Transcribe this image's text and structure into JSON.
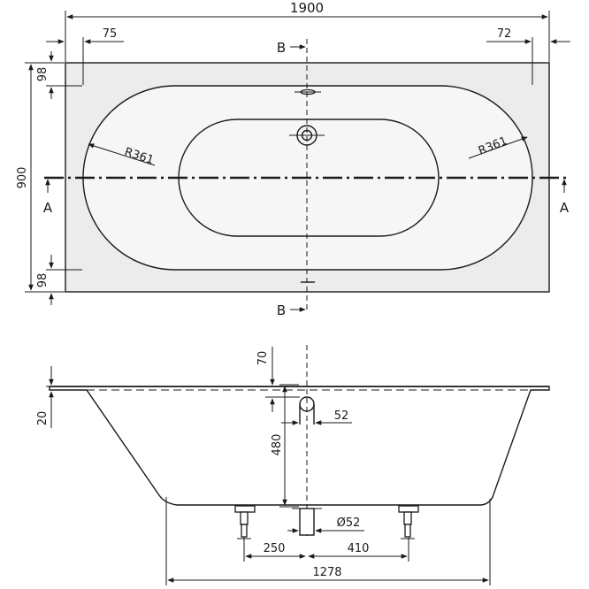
{
  "plan_view": {
    "dimensions": {
      "overall_length": "1900",
      "overall_width": "900",
      "left_rim": "75",
      "right_rim": "72",
      "top_rim": "98",
      "bottom_rim": "98",
      "radius_left": "R361",
      "radius_right": "R361"
    },
    "section_markers": {
      "section_a_left": "A",
      "section_a_right": "A",
      "section_b_top": "B",
      "section_b_bottom": "B"
    }
  },
  "section_view": {
    "dimensions": {
      "rim_thickness": "20",
      "overflow_offset": "70",
      "overflow_diameter_offset": "52",
      "drain_height": "480",
      "drain_diameter": "Ø52",
      "drain_to_left_foot": "250",
      "drain_to_right_foot": "410",
      "base_length": "1278"
    }
  },
  "colors": {
    "line": "#1a1a1a",
    "tub_fill": "#ececec",
    "background": "#ffffff"
  }
}
